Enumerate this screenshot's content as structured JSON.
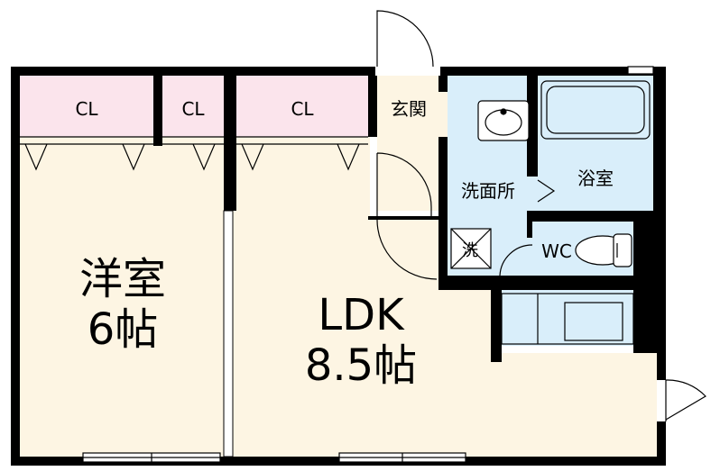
{
  "colors": {
    "room_floor": "#fdf5e3",
    "closet": "#fbe4ec",
    "wet_area": "#d9eefa",
    "entrance": "#fdf5e3",
    "wall": "#000000"
  },
  "rooms": {
    "western_room": {
      "name": "洋室",
      "size": "6帖"
    },
    "ldk": {
      "name": "LDK",
      "size": "8.5帖"
    },
    "closet_1": {
      "name": "CL"
    },
    "closet_2": {
      "name": "CL"
    },
    "closet_3": {
      "name": "CL"
    },
    "entrance": {
      "name": "玄関"
    },
    "washroom": {
      "name": "洗面所"
    },
    "bathroom": {
      "name": "浴室"
    },
    "toilet": {
      "name": "WC"
    },
    "washer": {
      "name": "洗"
    }
  }
}
